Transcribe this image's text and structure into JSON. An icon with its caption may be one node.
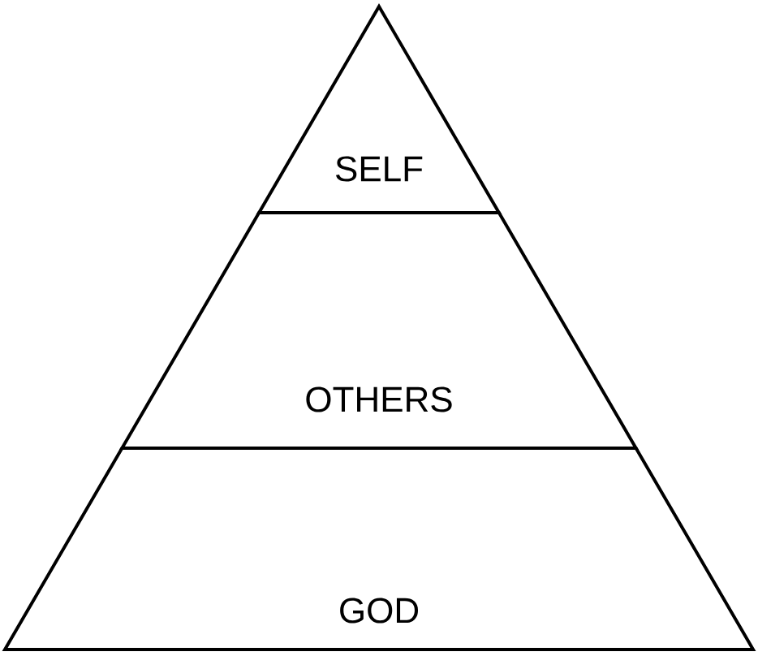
{
  "diagram": {
    "nodes": [
      {
        "text": [
          "SELF"
        ]
      },
      {
        "text": [
          "OTHERS"
        ]
      },
      {
        "text": [
          "GOD"
        ]
      }
    ]
  }
}
